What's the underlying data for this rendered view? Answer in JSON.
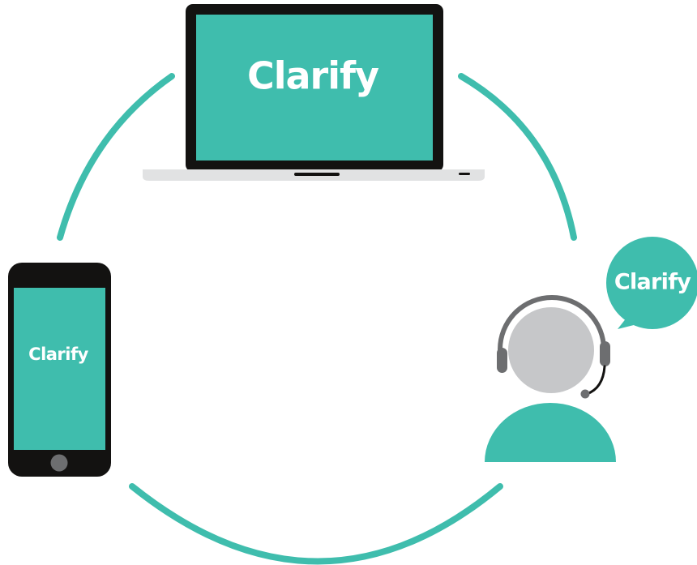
{
  "colors": {
    "accent": "#3fbdad",
    "device_dark": "#131211",
    "laptop_base": "#e1e2e3",
    "head": "#c6c7c9",
    "headset": "#6d6e70"
  },
  "laptop": {
    "screen_text": "Clarify"
  },
  "phone": {
    "screen_text": "Clarify"
  },
  "agent": {
    "speech_bubble_text": "Clarify"
  }
}
